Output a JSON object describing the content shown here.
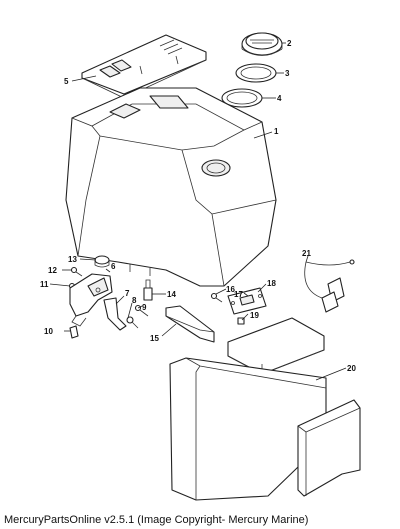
{
  "caption": "MercuryPartsOnline v2.5.1 (Image Copyright- Mercury Marine)",
  "callouts": {
    "c1": "1",
    "c2": "2",
    "c3": "3",
    "c4": "4",
    "c5": "5",
    "c6": "6",
    "c7": "7",
    "c8": "8",
    "c9": "9",
    "c10": "10",
    "c11": "11",
    "c12": "12",
    "c13": "13",
    "c14": "14",
    "c15": "15",
    "c16": "16",
    "c17": "17",
    "c18": "18",
    "c19": "19",
    "c20": "20",
    "c21": "21"
  }
}
